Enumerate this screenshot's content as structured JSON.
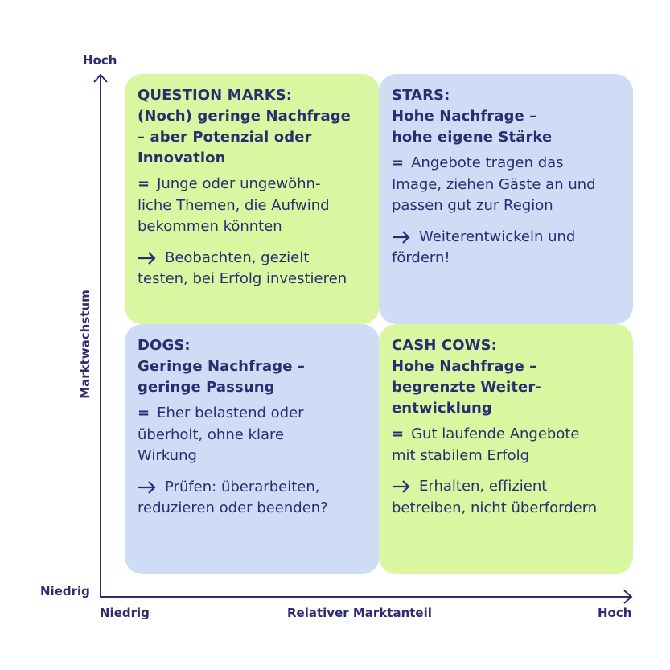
{
  "axes": {
    "y_high": "Hoch",
    "y_low": "Niedrig",
    "y_title": "Marktwachstum",
    "x_low": "Niedrig",
    "x_title": "Relativer Marktanteil",
    "x_high": "Hoch"
  },
  "colors": {
    "text": "#2b2d6e",
    "green": "#d9f7a1",
    "blue": "#cfdcf6"
  },
  "quadrants": {
    "question_marks": {
      "title": "QUESTION MARKS:",
      "subtitle_lines": [
        "(Noch) geringe Nachfrage",
        "– aber Potenzial oder",
        "Innovation"
      ],
      "equals_symbol": "=",
      "description_lines": [
        "Junge oder ungewöhn-",
        "liche Themen, die Aufwind",
        "bekommen könnten"
      ],
      "action_lines": [
        "Beobachten, gezielt",
        "testen, bei Erfolg investieren"
      ]
    },
    "stars": {
      "title": "STARS:",
      "subtitle_lines": [
        "Hohe Nachfrage –",
        "hohe eigene Stärke"
      ],
      "equals_symbol": "=",
      "description_lines": [
        "Angebote tragen das",
        "Image, ziehen Gäste an und",
        "passen gut zur Region"
      ],
      "action_lines": [
        "Weiterentwickeln und",
        "fördern!"
      ]
    },
    "dogs": {
      "title": "DOGS:",
      "subtitle_lines": [
        "Geringe Nachfrage –",
        "geringe Passung"
      ],
      "equals_symbol": "=",
      "description_lines": [
        "Eher belastend oder",
        "überholt, ohne klare",
        "Wirkung"
      ],
      "action_lines": [
        "Prüfen: überarbeiten,",
        "reduzieren oder beenden?"
      ]
    },
    "cash_cows": {
      "title": "CASH COWS:",
      "subtitle_lines": [
        "Hohe Nachfrage –",
        "begrenzte Weiter-",
        "entwicklung"
      ],
      "equals_symbol": "=",
      "description_lines": [
        "Gut laufende Angebote",
        "mit stabilem Erfolg"
      ],
      "action_lines": [
        "Erhalten, effizient",
        "betreiben, nicht überfordern"
      ]
    }
  }
}
